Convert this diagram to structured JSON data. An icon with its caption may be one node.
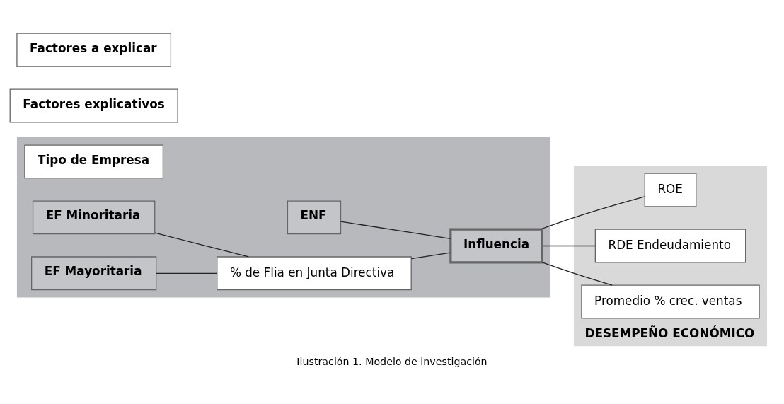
{
  "diagram": {
    "caption": "Ilustración 1. Modelo de investigación",
    "nodes": [
      {
        "text": [],
        "shape": "arrow"
      },
      {
        "text": [
          "Tipo de Empresa"
        ],
        "in": 0
      },
      {
        "text": [
          "ENF"
        ],
        "in": 0
      },
      {
        "text": [
          "EF Minoritaria"
        ],
        "in": 0
      },
      {
        "text": [
          "EF Mayoritaria"
        ],
        "in": 0
      },
      {
        "text": [
          "% de Flia en Junta Directiva"
        ],
        "in": 0
      },
      {
        "text": [
          "Influencia"
        ],
        "in": 0
      },
      {
        "text": [
          "DESEMPEÑO ECONÓMICO"
        ]
      },
      {
        "text": [
          "ROE"
        ],
        "in": 7
      },
      {
        "text": [
          "RDE Endeudamiento"
        ],
        "in": 7
      },
      {
        "text": [
          "Promedio % crec. ventas"
        ],
        "in": 7
      },
      {
        "text": [
          "Factores explicativos"
        ]
      },
      {
        "text": [
          "Factores a explicar"
        ]
      }
    ],
    "edges": [
      {
        "from": 2,
        "to": 6,
        "arrow": "none"
      },
      {
        "from": 3,
        "to": 5,
        "arrow": "none"
      },
      {
        "from": 4,
        "to": 5,
        "arrow": "none"
      },
      {
        "from": 5,
        "to": 6,
        "arrow": "none"
      },
      {
        "from": 6,
        "to": 8,
        "arrow": "none"
      },
      {
        "from": 6,
        "to": 9,
        "arrow": "none"
      },
      {
        "from": 6,
        "to": 10,
        "arrow": "none"
      }
    ]
  }
}
